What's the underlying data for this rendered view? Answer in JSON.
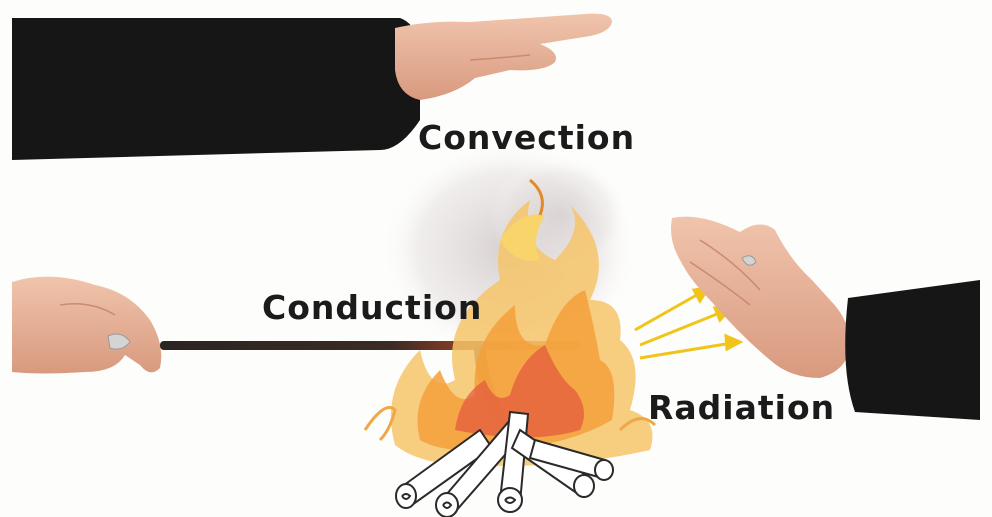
{
  "labels": {
    "convection": "Convection",
    "conduction": "Conduction",
    "radiation": "Radiation"
  },
  "icons": {
    "top_hand": "hand-palm-down-icon",
    "left_hand": "hand-holding-rod-icon",
    "right_hand": "hand-palm-facing-fire-icon",
    "fire": "campfire-icon",
    "radiation_arrows": "arrow-right-icon"
  },
  "colors": {
    "sleeve": "#161616",
    "skin": "#e7b59b",
    "flame_orange": "#f4a23a",
    "flame_yellow": "#f8d46a",
    "flame_red": "#e2553e",
    "smoke": "#d9d4d2",
    "arrow_yellow": "#f0c419",
    "rod": "#2f2523"
  }
}
